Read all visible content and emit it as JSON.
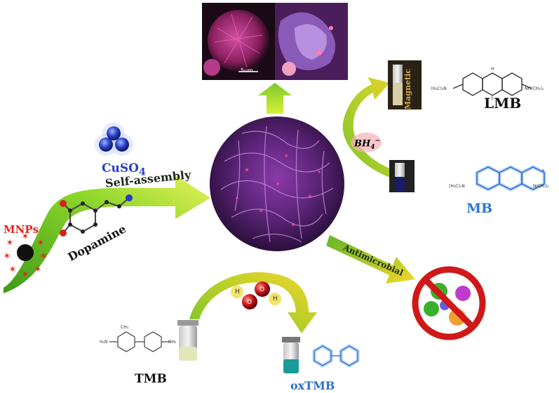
{
  "labels": {
    "mnps": "MNPs",
    "dopamine": "Dopamine",
    "cuso4_main": "CuSO",
    "cuso4_sub": "4",
    "self_assembly": "Self-assembly",
    "lmb": "LMB",
    "mb": "MB",
    "bh4_main": "BH",
    "bh4_sub": "4",
    "bh4_sup": "−",
    "antimicrobial": "Antimicrobial",
    "tmb": "TMB",
    "oxtmb": "oxTMB",
    "scale_bar": "5um",
    "magnetic": "Magnetic"
  },
  "chem_text": {
    "lmb_left": "(H₃C)₂N",
    "lmb_right": "NH(CH₃)₂",
    "lmb_top": "H",
    "lmb_s": "S",
    "mb_left": "(H₃C)₂N",
    "mb_right": "N(CH₃)₂",
    "mb_plus": "+",
    "tmb_left": "H₂N",
    "tmb_right": "NH₂",
    "tmb_me": "CH₃",
    "h2o2_h": "H",
    "h2o2_o": "O"
  },
  "colors": {
    "mnps": "#e2231a",
    "cuso4": "#2a40c8",
    "mb": "#2a78d8",
    "oxtmb": "#2a70c8",
    "arrow_green": "#7cc520",
    "arrow_yellow": "#f2d72a",
    "flower_purple": "#5b2478",
    "flower_pink": "#c0327a"
  },
  "icons": [
    "nanoflower",
    "sem-image",
    "mnp-particle",
    "dopamine-molecule",
    "cuso4-spheres",
    "vial-magnetic",
    "vial-mb",
    "vial-tmb",
    "vial-oxtmb",
    "h2o2-molecule",
    "no-bacteria-sign"
  ]
}
